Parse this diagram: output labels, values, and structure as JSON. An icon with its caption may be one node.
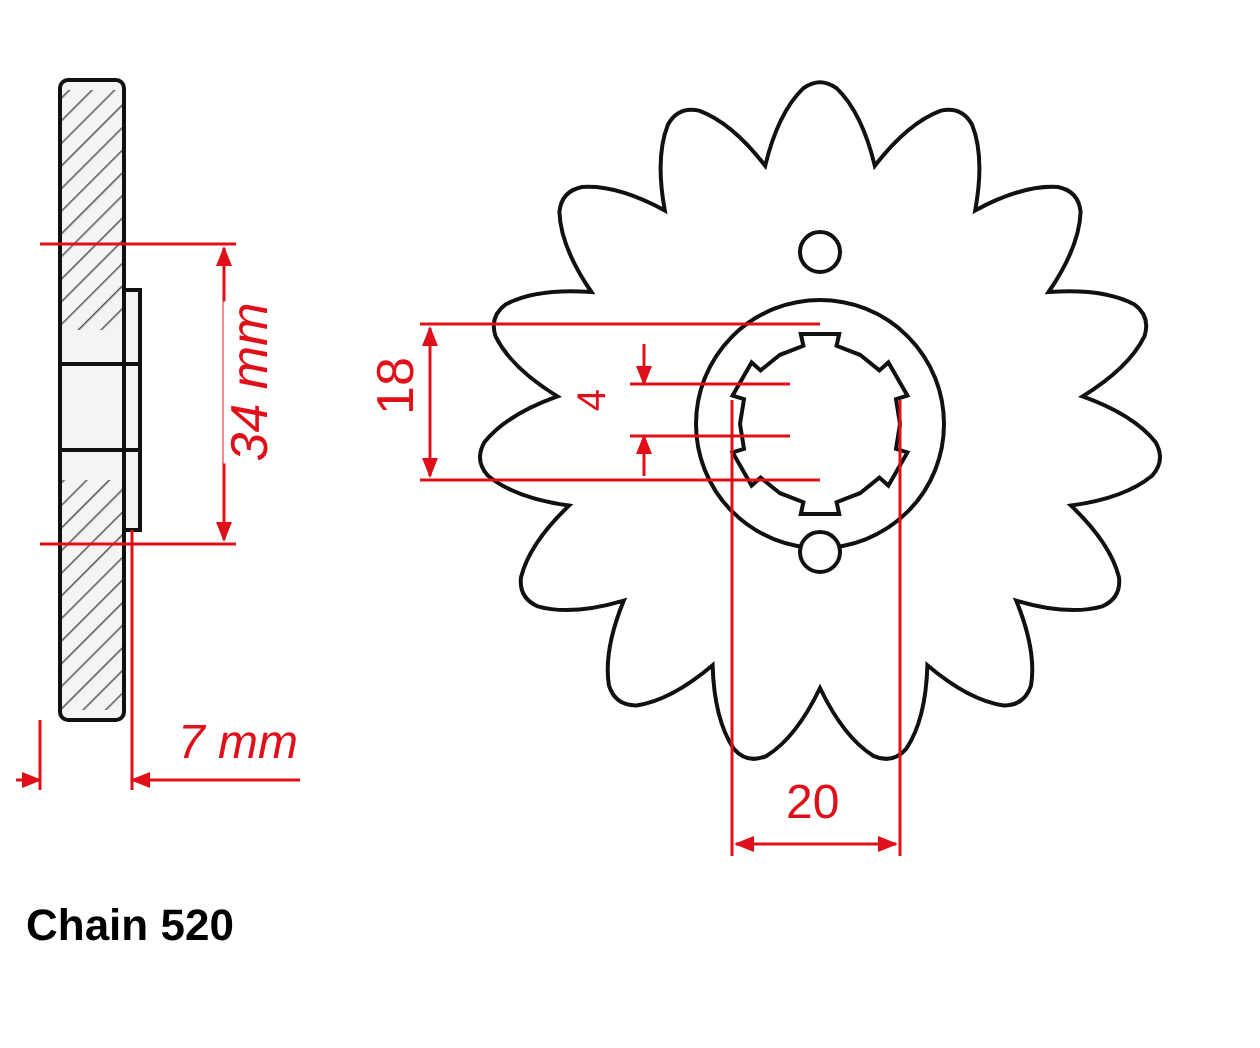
{
  "diagram": {
    "labels": [
      "18",
      "4",
      "34 mm",
      "7 mm",
      "20",
      "Chain 520"
    ]
  }
}
